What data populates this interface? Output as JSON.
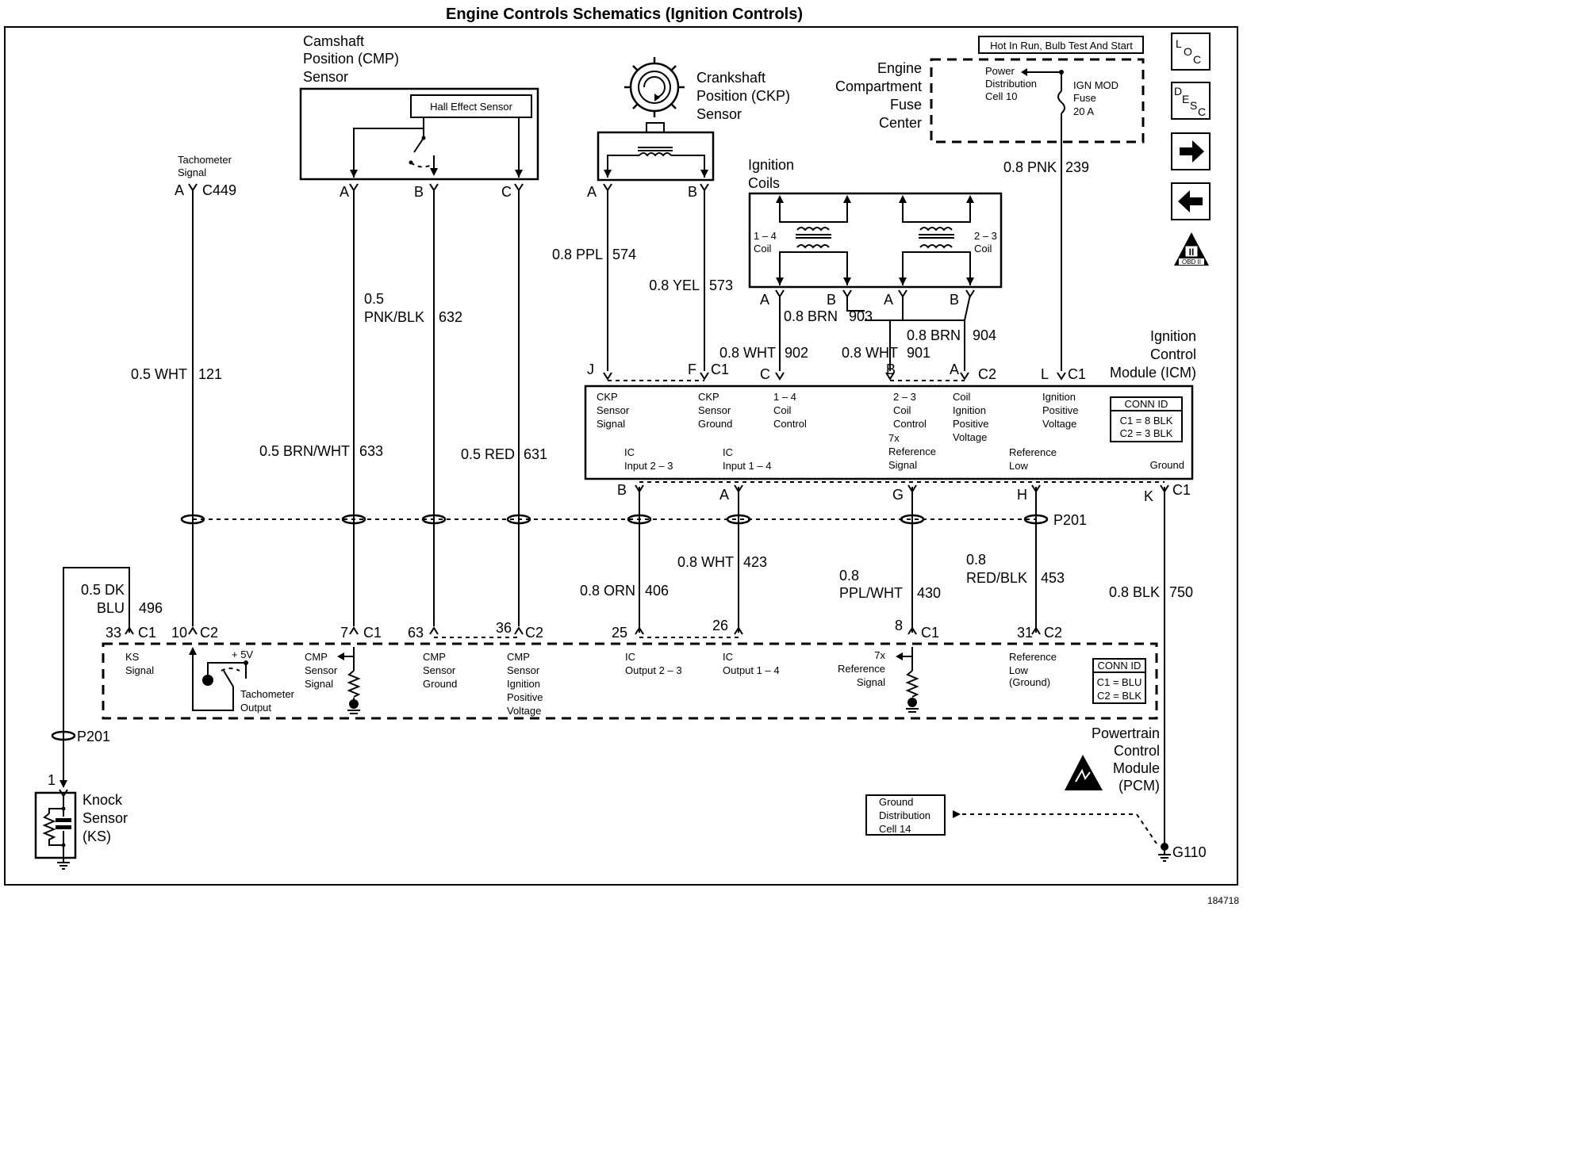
{
  "title": "Engine Controls Schematics (Ignition Controls)",
  "figure_number": "184718",
  "nav": {
    "loc": {
      "big": "L",
      "mid": "O",
      "small": "C"
    },
    "desc": {
      "big": "D",
      "mid": "E",
      "small": "S",
      "small2": "C"
    },
    "obd_label": "OBD II",
    "obd_roman": "II"
  },
  "cmp_sensor": {
    "line1": "Camshaft",
    "line2": "Position (CMP)",
    "line3": "Sensor",
    "hall": "Hall Effect Sensor",
    "pins": [
      "A",
      "B",
      "C"
    ]
  },
  "ckp_sensor": {
    "line1": "Crankshaft",
    "line2": "Position (CKP)",
    "line3": "Sensor",
    "pins": [
      "A",
      "B"
    ]
  },
  "fuse_center": {
    "hot_label": "Hot In Run, Bulb Test And Start",
    "name": [
      "Engine",
      "Compartment",
      "Fuse",
      "Center"
    ],
    "power": [
      "Power",
      "Distribution",
      "Cell 10"
    ],
    "fuse": [
      "IGN MOD",
      "Fuse",
      "20 A"
    ]
  },
  "tach": {
    "line1": "Tachometer",
    "line2": "Signal",
    "pin": "A",
    "conn": "C449"
  },
  "coils": {
    "title": [
      "Ignition",
      "Coils"
    ],
    "coil14": [
      "1 – 4",
      "Coil"
    ],
    "coil23": [
      "2 – 3",
      "Coil"
    ],
    "pins": [
      "A",
      "B",
      "A",
      "B"
    ]
  },
  "wires": {
    "w121": {
      "gauge": "0.5 WHT",
      "circuit": "121"
    },
    "w632": {
      "gauge1": "0.5",
      "gauge2": "PNK/BLK",
      "circuit": "632"
    },
    "w633": {
      "gauge": "0.5 BRN/WHT",
      "circuit": "633"
    },
    "w631": {
      "gauge": "0.5 RED",
      "circuit": "631"
    },
    "w574": {
      "gauge": "0.8 PPL",
      "circuit": "574"
    },
    "w573": {
      "gauge": "0.8 YEL",
      "circuit": "573"
    },
    "w903": {
      "gauge": "0.8 BRN",
      "circuit": "903"
    },
    "w904": {
      "gauge": "0.8 BRN",
      "circuit": "904"
    },
    "w902": {
      "gauge": "0.8 WHT",
      "circuit": "902"
    },
    "w901": {
      "gauge": "0.8 WHT",
      "circuit": "901"
    },
    "w239": {
      "gauge": "0.8 PNK",
      "circuit": "239"
    },
    "w406": {
      "gauge": "0.8 ORN",
      "circuit": "406"
    },
    "w423": {
      "gauge": "0.8 WHT",
      "circuit": "423"
    },
    "w430": {
      "gauge1": "0.8",
      "gauge2": "PPL/WHT",
      "circuit": "430"
    },
    "w453": {
      "gauge1": "0.8",
      "gauge2": "RED/BLK",
      "circuit": "453"
    },
    "w750": {
      "gauge": "0.8 BLK",
      "circuit": "750"
    },
    "w496": {
      "gauge1": "0.5 DK",
      "gauge2": "BLU",
      "circuit": "496"
    }
  },
  "icm": {
    "name": [
      "Ignition",
      "Control",
      "Module (ICM)"
    ],
    "top_pins": {
      "J": "J",
      "F": "F",
      "C1a": "C1",
      "C": "C",
      "B": "B",
      "A": "A",
      "C2": "C2",
      "L": "L",
      "C1b": "C1"
    },
    "labels": {
      "ckp_signal": [
        "CKP",
        "Sensor",
        "Signal"
      ],
      "ckp_ground": [
        "CKP",
        "Sensor",
        "Ground"
      ],
      "coil14": [
        "1 – 4",
        "Coil",
        "Control"
      ],
      "coil23": [
        "2 – 3",
        "Coil",
        "Control"
      ],
      "coil_ign": [
        "Coil",
        "Ignition",
        "Positive",
        "Voltage"
      ],
      "ign_pos": [
        "Ignition",
        "Positive",
        "Voltage"
      ],
      "ic23": [
        "IC",
        "Input 2 – 3"
      ],
      "ic14": [
        "IC",
        "Input 1 – 4"
      ],
      "ref7x": [
        "7x",
        "Reference",
        "Signal"
      ],
      "reflow": [
        "Reference",
        "Low"
      ],
      "ground": "Ground"
    },
    "conn_id": {
      "title": "CONN ID",
      "c1": "C1 = 8 BLK",
      "c2": "C2 = 3 BLK"
    },
    "bottom_pins": {
      "B": "B",
      "A": "A",
      "G": "G",
      "H": "H",
      "K": "K",
      "C1": "C1"
    }
  },
  "splice": {
    "p201": "P201",
    "p201b": "P201"
  },
  "pcm": {
    "name": [
      "Powertrain",
      "Control",
      "Module",
      "(PCM)"
    ],
    "pins": {
      "p33": "33",
      "c1a": "C1",
      "p10": "10",
      "c2a": "C2",
      "p7": "7",
      "c1b": "C1",
      "p63": "63",
      "p36": "36",
      "c2b": "C2",
      "p25": "25",
      "p26": "26",
      "p8": "8",
      "c1c": "C1",
      "p31": "31",
      "c2c": "C2"
    },
    "labels": {
      "ks": [
        "KS",
        "Signal"
      ],
      "v5": "+ 5V",
      "tach": [
        "Tachometer",
        "Output"
      ],
      "cmp_signal": [
        "CMP",
        "Sensor",
        "Signal"
      ],
      "cmp_ground": [
        "CMP",
        "Sensor",
        "Ground"
      ],
      "cmp_ign": [
        "CMP",
        "Sensor",
        "Ignition",
        "Positive",
        "Voltage"
      ],
      "ic23": [
        "IC",
        "Output 2 – 3"
      ],
      "ic14": [
        "IC",
        "Output 1 – 4"
      ],
      "ref7x": [
        "7x",
        "Reference",
        "Signal"
      ],
      "reflow": [
        "Reference",
        "Low",
        "(Ground)"
      ]
    },
    "conn_id": {
      "title": "CONN ID",
      "c1": "C1 = BLU",
      "c2": "C2 = BLK"
    }
  },
  "knock": {
    "name": [
      "Knock",
      "Sensor",
      "(KS)"
    ],
    "pin": "1"
  },
  "ground_dist": [
    "Ground",
    "Distribution",
    "Cell 14"
  ],
  "g110": "G110"
}
